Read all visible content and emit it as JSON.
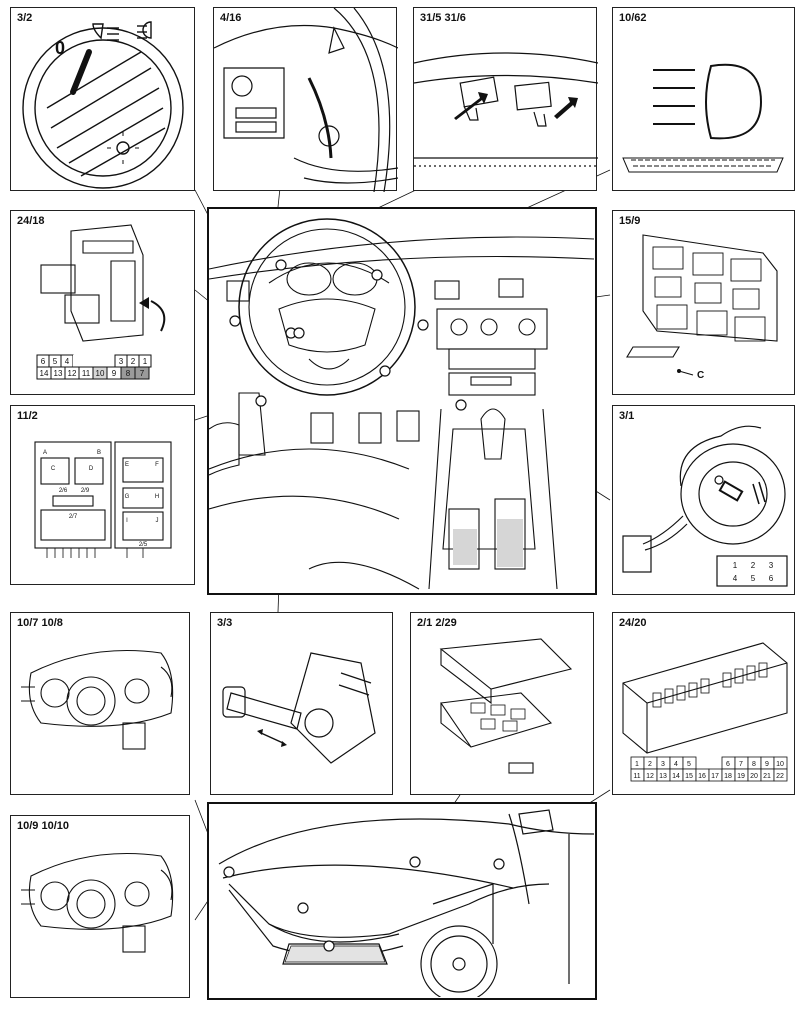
{
  "panels": {
    "p3_2": "3/2",
    "p4_16": "4/16",
    "p31_5": "31/5  31/6",
    "p10_62": "10/62",
    "p24_18": "24/18",
    "p15_9": "15/9",
    "p11_2": "11/2",
    "p3_1": "3/1",
    "p10_7": "10/7 10/8",
    "p3_3": "3/3",
    "p2_1": "2/1   2/29",
    "p24_20": "24/20",
    "p10_9": "10/9 10/10"
  },
  "labels": {
    "switch_zero": "0",
    "fusebox_c": "C",
    "relay_a": "A",
    "relay_b": "B",
    "relay_c": "C",
    "relay_d": "D",
    "relay_e": "E",
    "relay_f": "F",
    "relay_h": "H",
    "relay_i": "I",
    "relay_j": "J",
    "relay_g": "G",
    "relay_26": "2/6",
    "relay_29": "2/9",
    "relay_27": "2/7",
    "relay_25": "2/5",
    "switch_pins": [
      "1",
      "2",
      "3",
      "4",
      "5",
      "6"
    ],
    "connector18_top": [
      "6",
      "5",
      "4",
      "",
      "3",
      "2",
      "1"
    ],
    "connector18_bottom": [
      "14",
      "13",
      "12",
      "11",
      "10",
      "9",
      "8",
      "7"
    ],
    "connector22_top": [
      "1",
      "2",
      "3",
      "4",
      "5",
      "",
      "",
      "6",
      "7",
      "8",
      "9",
      "10"
    ],
    "connector22_bottom": [
      "11",
      "12",
      "13",
      "14",
      "15",
      "16",
      "17",
      "18",
      "19",
      "20",
      "21",
      "22"
    ]
  },
  "colors": {
    "line": "#111111",
    "shade": "#9a9a9a",
    "light": "#d6d6d6"
  }
}
